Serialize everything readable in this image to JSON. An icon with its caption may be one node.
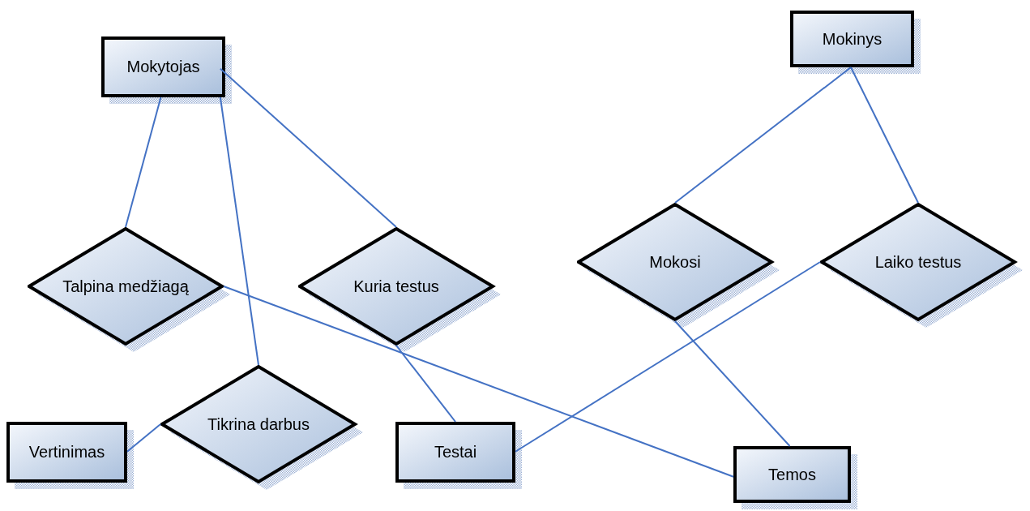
{
  "diagram": {
    "nodes": [
      {
        "text": [
          "Mokytojas"
        ]
      },
      {
        "text": [
          "Mokinys"
        ]
      },
      {
        "text": [
          "Talpina medžiagą"
        ]
      },
      {
        "text": [
          "Kuria testus"
        ]
      },
      {
        "text": [
          "Mokosi"
        ]
      },
      {
        "text": [
          "Laiko testus"
        ]
      },
      {
        "text": [
          "Tikrina darbus"
        ]
      },
      {
        "text": [
          "Vertinimas"
        ]
      },
      {
        "text": [
          "Testai"
        ]
      },
      {
        "text": [
          "Temos"
        ]
      }
    ],
    "edges": [
      {
        "from": 0,
        "to": 2,
        "arrow": "none"
      },
      {
        "from": 0,
        "to": 6,
        "arrow": "none"
      },
      {
        "from": 0,
        "to": 3,
        "arrow": "none"
      },
      {
        "from": 1,
        "to": 4,
        "arrow": "none"
      },
      {
        "from": 1,
        "to": 5,
        "arrow": "none"
      },
      {
        "from": 2,
        "to": 9,
        "arrow": "none"
      },
      {
        "from": 3,
        "to": 8,
        "arrow": "none"
      },
      {
        "from": 4,
        "to": 9,
        "arrow": "none"
      },
      {
        "from": 5,
        "to": 8,
        "arrow": "none"
      },
      {
        "from": 6,
        "to": 7,
        "arrow": "none"
      }
    ]
  }
}
